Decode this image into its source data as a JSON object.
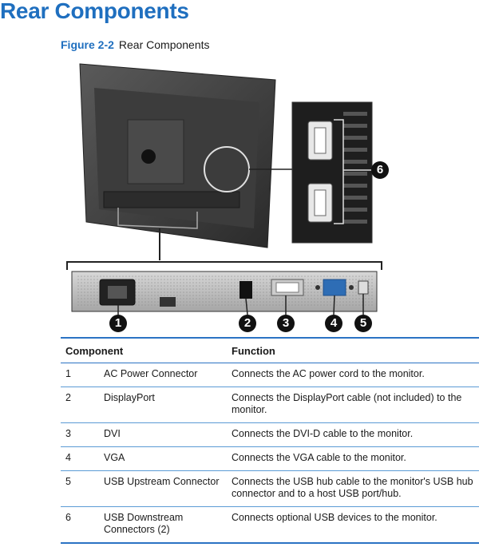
{
  "heading": "Rear Components",
  "caption": {
    "figure_number": "Figure 2-2",
    "text": "Rear Components"
  },
  "figure": {
    "callouts": [
      "1",
      "2",
      "3",
      "4",
      "5",
      "6"
    ]
  },
  "table": {
    "headers": {
      "component": "Component",
      "function": "Function"
    },
    "rows": [
      {
        "num": "1",
        "component": "AC Power Connector",
        "function": "Connects the AC power cord to the monitor."
      },
      {
        "num": "2",
        "component": "DisplayPort",
        "function": "Connects the DisplayPort cable (not included) to the monitor."
      },
      {
        "num": "3",
        "component": "DVI",
        "function": "Connects the DVI-D cable to the monitor."
      },
      {
        "num": "4",
        "component": "VGA",
        "function": "Connects the VGA cable to the monitor."
      },
      {
        "num": "5",
        "component": "USB Upstream Connector",
        "function": "Connects the USB hub cable to the monitor's USB hub connector and to a host USB port/hub."
      },
      {
        "num": "6",
        "component": "USB Downstream Connectors (2)",
        "function": "Connects optional USB devices to the monitor."
      }
    ]
  }
}
